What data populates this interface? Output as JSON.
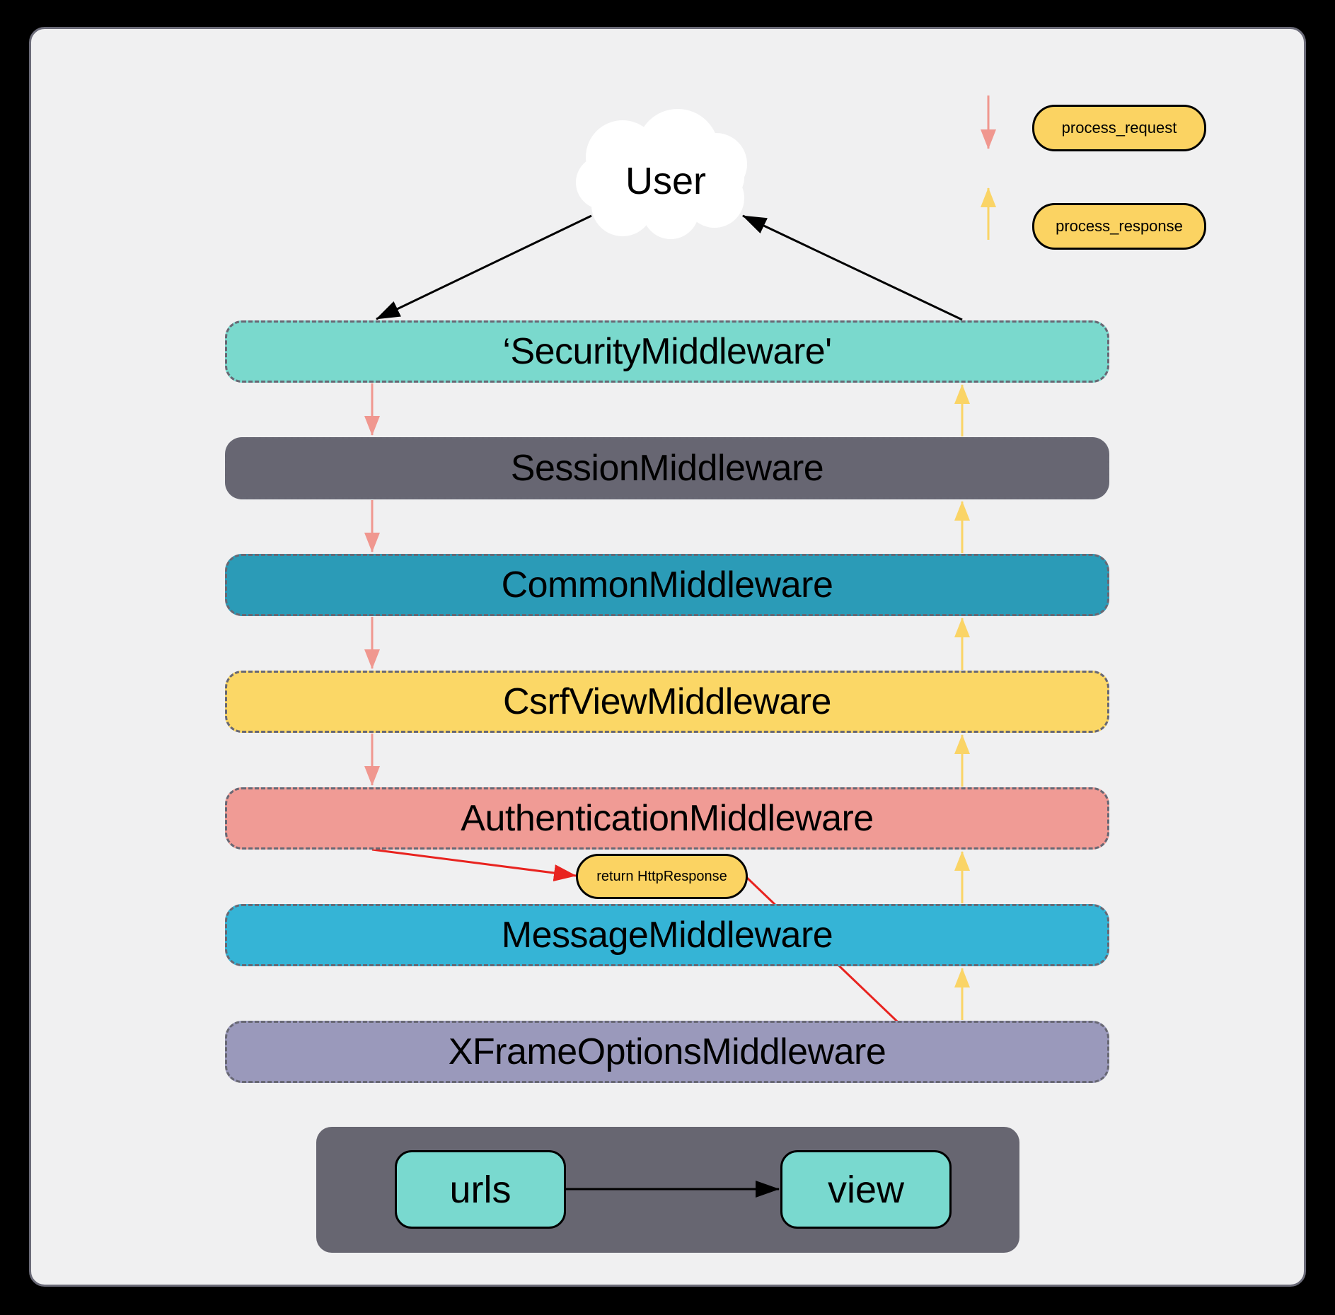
{
  "user": {
    "label": "User"
  },
  "legend": {
    "request_label": "process_request",
    "response_label": "process_response"
  },
  "layers": [
    {
      "label": "‘SecurityMiddleware'",
      "color": "#7ad9cd"
    },
    {
      "label": "SessionMiddleware",
      "color": "#676672"
    },
    {
      "label": "CommonMiddleware",
      "color": "#2b9bb7"
    },
    {
      "label": "CsrfViewMiddleware",
      "color": "#fbd766"
    },
    {
      "label": "AuthenticationMiddleware",
      "color": "#f09b95"
    },
    {
      "label": "MessageMiddleware",
      "color": "#35b4d6"
    },
    {
      "label": "XFrameOptionsMiddleware",
      "color": "#9a99bb"
    }
  ],
  "shortcut": {
    "label": "return HttpResponse",
    "arrow_color": "#e8231f"
  },
  "routing": {
    "urls_label": "urls",
    "view_label": "view"
  },
  "colors": {
    "request_arrow": "#f0978f",
    "response_arrow": "#fad466",
    "pill_fill": "#fbd362"
  }
}
